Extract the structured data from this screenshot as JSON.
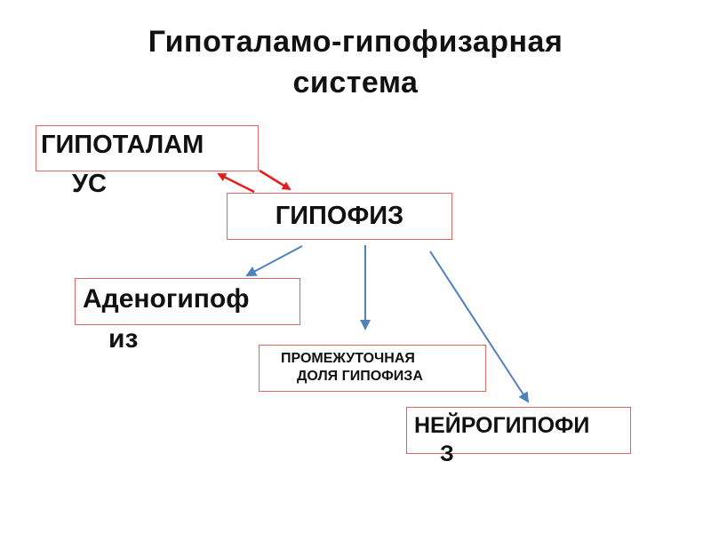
{
  "title": {
    "line1": "Гипоталамо-гипофизарная",
    "line2": "система"
  },
  "nodes": {
    "hypothalamus": {
      "line1": "ГИПОТАЛАМ",
      "line2": "УС"
    },
    "hypophysis": {
      "label": "ГИПОФИЗ"
    },
    "adenohypophysis": {
      "line1": "Аденогипоф",
      "line2": "из"
    },
    "intermediate_lobe": {
      "line1": "ПРОМЕЖУТОЧНАЯ",
      "line2": "ДОЛЯ ГИПОФИЗА"
    },
    "neurohypophysis": {
      "line1": "НЕЙРОГИПОФИ",
      "line2": "З"
    }
  },
  "colors": {
    "box_border": "#e06666",
    "feedback_arrows": "#e01f1f",
    "branch_arrows": "#4f81bd"
  }
}
